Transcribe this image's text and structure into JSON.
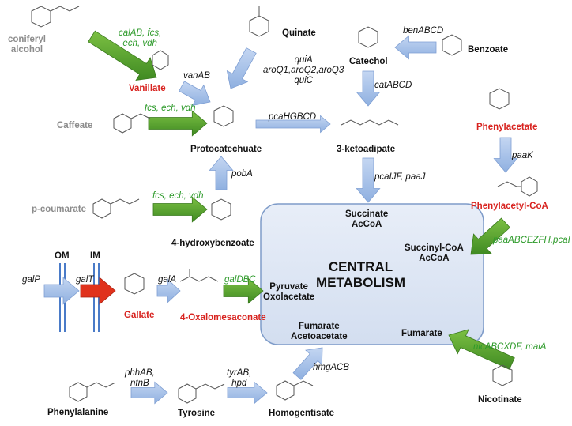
{
  "compounds": {
    "coniferyl_alcohol": "coniferyl\nalcohol",
    "vanillate": "Vanillate",
    "quinate": "Quinate",
    "caffeate": "Caffeate",
    "protocatechuate": "Protocatechuate",
    "catechol": "Catechol",
    "benzoate": "Benzoate",
    "ketoadipate": "3-ketoadipate",
    "phenylacetate": "Phenylacetate",
    "phenylacetyl_coa": "Phenylacetyl-CoA",
    "p_coumarate": "p-coumarate",
    "hydroxybenzoate": "4-hydroxybenzoate",
    "gallate": "Gallate",
    "oxalomesaconate": "4-Oxalomesaconate",
    "phenylalanine": "Phenylalanine",
    "tyrosine": "Tyrosine",
    "homogentisate": "Homogentisate",
    "nicotinate": "Nicotinate"
  },
  "genes": {
    "calab": "calAB, fcs,\nech, vdh",
    "vanab": "vanAB",
    "qui": "quiA\naroQ1,aroQ2,aroQ3\nquiC",
    "benabcd": "benABCD",
    "catabcd": "catABCD",
    "fcs_caffeate": "fcs, ech, vdh",
    "pcahgbcd": "pcaHGBCD",
    "paak": "paaK",
    "pobA": "pobA",
    "pcaij": "pcaIJF, paaJ",
    "fcs_coumarate": "fcs, ech, vdh",
    "paaabc": "paaABCEZFH,pcaI",
    "galp": "galP",
    "galt": "galT",
    "gala": "galA",
    "galdbc": "galDBC",
    "hmgacb": "hmgACB",
    "phhab": "phhAB,\nnfnB",
    "tyrab": "tyrAB,\nhpd",
    "nic": "nicABCXDF, maiA"
  },
  "membranes": {
    "om": "OM",
    "im": "IM"
  },
  "central": {
    "title": "CENTRAL\nMETABOLISM",
    "succinate": "Succinate\nAcCoA",
    "succinyl": "Succinyl-CoA\nAcCoA",
    "pyruvate": "Pyruvate\nOxolacetate",
    "fumarate_aceto": "Fumarate\nAcetoacetate",
    "fumarate": "Fumarate"
  },
  "colors": {
    "green_arrow": "#4e9a2c",
    "blue_arrow": "#a9c3ea",
    "red_arrow": "#e0321c",
    "central_fill": "#dde6f3",
    "red_text": "#d8231f",
    "green_text": "#2d9a2a",
    "gray_text": "#8c8c8c"
  }
}
